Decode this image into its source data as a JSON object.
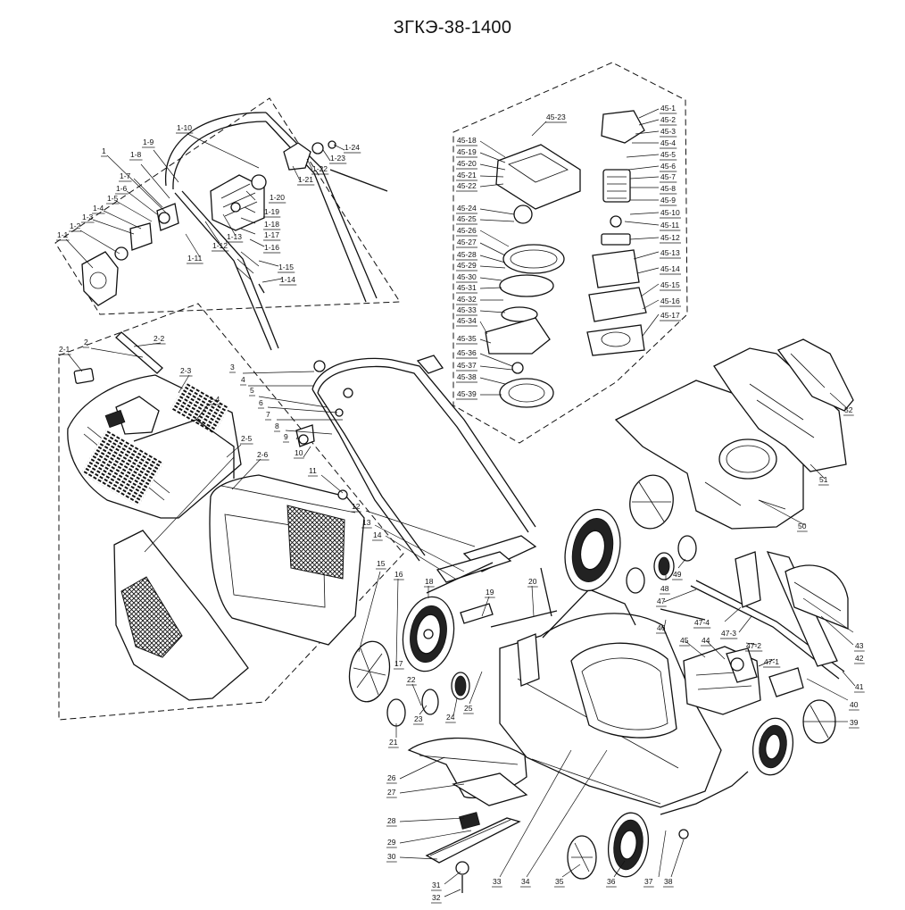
{
  "title": "ЗГКЭ-38-1400",
  "labels": {
    "l1": "1",
    "l1_1": "1-1",
    "l1_2": "1-2",
    "l1_3": "1-3",
    "l1_4": "1-4",
    "l1_5": "1-5",
    "l1_6": "1-6",
    "l1_7": "1-7",
    "l1_8": "1-8",
    "l1_9": "1-9",
    "l1_10": "1-10",
    "l1_11": "1-11",
    "l1_12": "1-12",
    "l1_13": "1-13",
    "l1_14": "1-14",
    "l1_15": "1-15",
    "l1_16": "1-16",
    "l1_17": "1-17",
    "l1_18": "1-18",
    "l1_19": "1-19",
    "l1_20": "1-20",
    "l1_21": "1-21",
    "l1_22": "1-22",
    "l1_23": "1-23",
    "l1_24": "1-24",
    "l2": "2",
    "l2_1": "2-1",
    "l2_2": "2-2",
    "l2_3": "2-3",
    "l2_4": "2-4",
    "l2_5": "2-5",
    "l2_6": "2-6",
    "l3": "3",
    "l4": "4",
    "l5": "5",
    "l6": "6",
    "l7": "7",
    "l8": "8",
    "l9": "9",
    "l10": "10",
    "l11": "11",
    "l12": "12",
    "l13": "13",
    "l14": "14",
    "l15": "15",
    "l16": "16",
    "l17": "17",
    "l18": "18",
    "l19": "19",
    "l20": "20",
    "l21": "21",
    "l22": "22",
    "l23": "23",
    "l24": "24",
    "l25": "25",
    "l26": "26",
    "l27": "27",
    "l28": "28",
    "l29": "29",
    "l30": "30",
    "l31": "31",
    "l32": "32",
    "l33": "33",
    "l34": "34",
    "l35": "35",
    "l36": "36",
    "l37": "37",
    "l38": "38",
    "l39": "39",
    "l40": "40",
    "l41": "41",
    "l42": "42",
    "l43": "43",
    "l44": "44",
    "l45": "45",
    "l46": "46",
    "l47": "47",
    "l47_1": "47-1",
    "l47_2": "47-2",
    "l47_3": "47-3",
    "l47_4": "47-4",
    "l48": "48",
    "l49": "49",
    "l50": "50",
    "l51": "51",
    "l52": "52",
    "l45_1": "45-1",
    "l45_2": "45-2",
    "l45_3": "45-3",
    "l45_4": "45-4",
    "l45_5": "45-5",
    "l45_6": "45-6",
    "l45_7": "45-7",
    "l45_8": "45-8",
    "l45_9": "45-9",
    "l45_10": "45-10",
    "l45_11": "45-11",
    "l45_12": "45-12",
    "l45_13": "45-13",
    "l45_14": "45-14",
    "l45_15": "45-15",
    "l45_16": "45-16",
    "l45_17": "45-17",
    "l45_18": "45-18",
    "l45_19": "45-19",
    "l45_20": "45-20",
    "l45_21": "45-21",
    "l45_22": "45-22",
    "l45_23": "45-23",
    "l45_24": "45-24",
    "l45_25": "45-25",
    "l45_26": "45-26",
    "l45_27": "45-27",
    "l45_28": "45-28",
    "l45_29": "45-29",
    "l45_30": "45-30",
    "l45_31": "45-31",
    "l45_32": "45-32",
    "l45_33": "45-33",
    "l45_34": "45-34",
    "l45_35": "45-35",
    "l45_36": "45-36",
    "l45_37": "45-37",
    "l45_38": "45-38",
    "l45_39": "45-39"
  }
}
